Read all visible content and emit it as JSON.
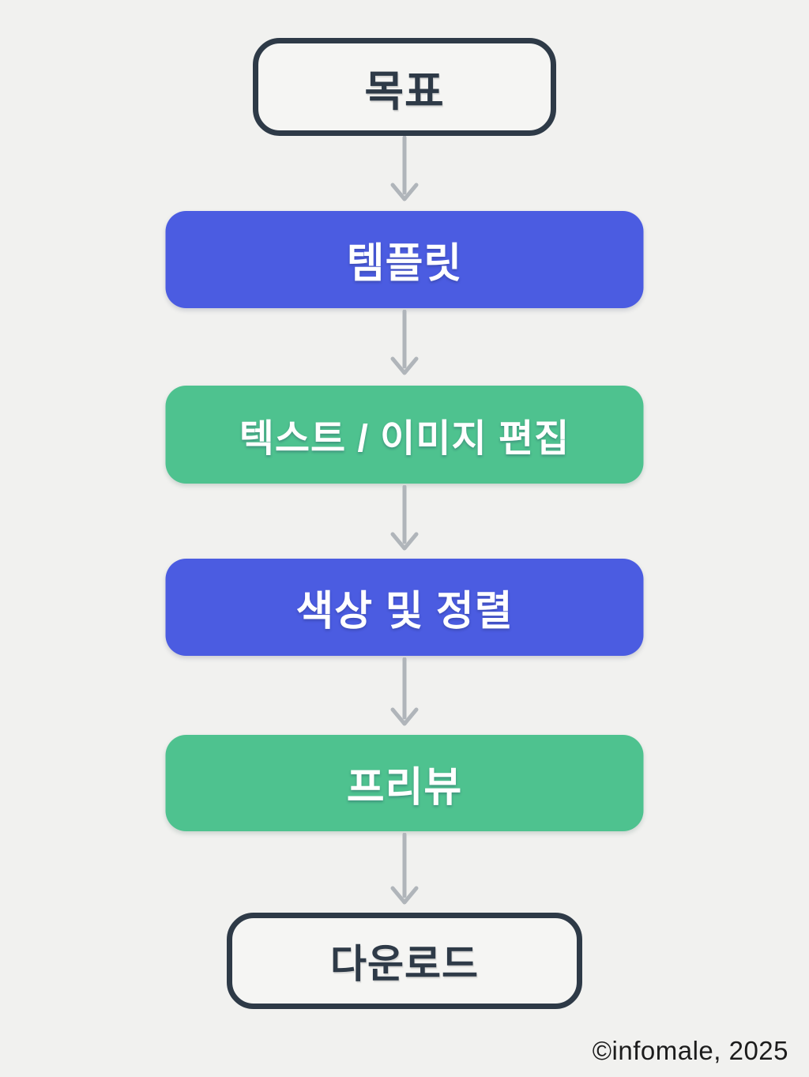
{
  "colors": {
    "page-bg": "#f1f1ef",
    "node-blue": "#4b5ce1",
    "node-green": "#4ec28f",
    "outline-dark": "#2e3a47",
    "outline-fill": "#f5f5f3",
    "arrow-gray": "#b0b5ba",
    "text-white": "#ffffff",
    "footer-text": "#1c1c1c"
  },
  "flowchart": {
    "nodes": [
      {
        "id": "goal",
        "label": "목표",
        "style": "outline"
      },
      {
        "id": "template",
        "label": "템플릿",
        "style": "blue"
      },
      {
        "id": "text-image-edit",
        "label": "텍스트 / 이미지 편집",
        "style": "green"
      },
      {
        "id": "color-and-align",
        "label": "색상 및 정렬",
        "style": "blue"
      },
      {
        "id": "preview",
        "label": "프리뷰",
        "style": "green"
      },
      {
        "id": "download",
        "label": "다운로드",
        "style": "outline"
      }
    ]
  },
  "footer": {
    "credit": "©infomale, 2025"
  }
}
